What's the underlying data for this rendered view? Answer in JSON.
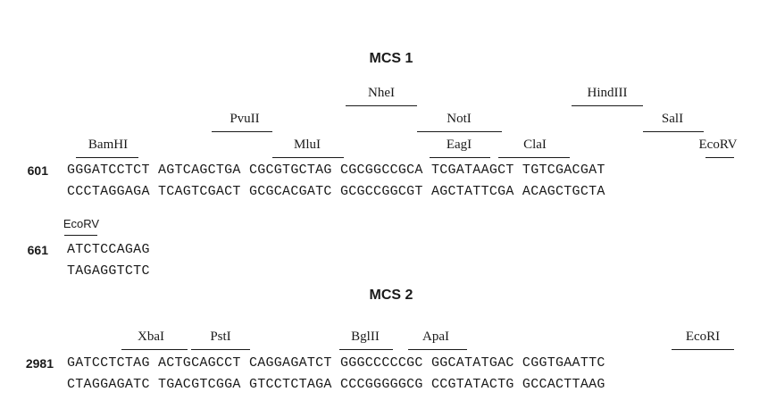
{
  "mcs1": {
    "title": "MCS 1",
    "enzymes": {
      "nhei": "NheI",
      "hindiii": "HindIII",
      "pvuii": "PvuII",
      "noti": "NotI",
      "sali": "SalI",
      "bamhi": "BamHI",
      "mlui": "MluI",
      "eagi": "EagI",
      "clai": "ClaI",
      "ecorv": "EcoRV",
      "ecorv_line2": "EcoRV"
    },
    "row1": {
      "position": "601",
      "top": "GGGATCCTCT AGTCAGCTGA CGCGTGCTAG CGCGGCCGCA TCGATAAGCT TGTCGACGAT",
      "bottom": "CCCTAGGAGA TCAGTCGACT GCGCACGATC GCGCCGGCGT AGCTATTCGA ACAGCTGCTA"
    },
    "row2": {
      "position": "661",
      "top": "ATCTCCAGAG",
      "bottom": "TAGAGGTCTC"
    }
  },
  "mcs2": {
    "title": "MCS 2",
    "enzymes": {
      "xbai": "XbaI",
      "psti": "PstI",
      "bglii": "BglII",
      "apai": "ApaI",
      "ecori": "EcoRI"
    },
    "row1": {
      "position": "2981",
      "top": "GATCCTCTAG ACTGCAGCCT CAGGAGATCT GGGCCCCCGC GGCATATGAC CGGTGAATTC",
      "bottom": "CTAGGAGATC TGACGTCGGA GTCCTCTAGA CCCGGGGGCG CCGTATACTG GCCACTTAAG"
    }
  }
}
